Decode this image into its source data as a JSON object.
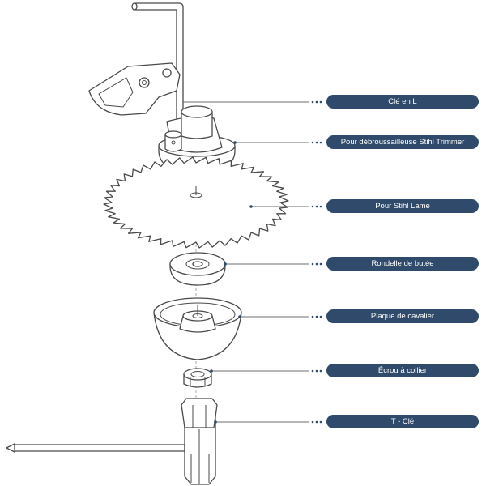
{
  "labels": [
    {
      "id": "l-key",
      "text": "Clé en L"
    },
    {
      "id": "trimmer",
      "text": "Pour débroussailleuse Stihl Trimmer"
    },
    {
      "id": "blade",
      "text": "Pour Stihl Lame"
    },
    {
      "id": "thrust-washer",
      "text": "Rondelle de butée"
    },
    {
      "id": "rider-plate",
      "text": "Plaque de cavalier"
    },
    {
      "id": "collar-nut",
      "text": "Écrou à collier"
    },
    {
      "id": "t-key",
      "text": "T - Clé"
    }
  ],
  "colors": {
    "label_bg": "#2f4a6a",
    "label_text": "#ffffff",
    "line": "#4a4a4a"
  }
}
